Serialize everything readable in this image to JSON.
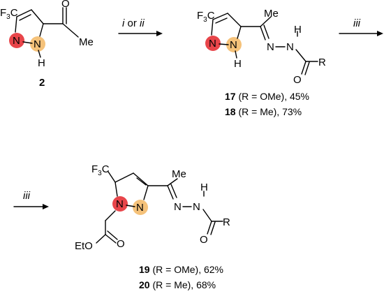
{
  "compound_2": {
    "number": "2",
    "cf3_prefix": "F",
    "cf3_sub": "3",
    "cf3_suffix": "C",
    "n_upper": "N",
    "n_lower": "N",
    "nh_h": "H",
    "carbonyl_o": "O",
    "methyl": "Me"
  },
  "arrow_1": {
    "reagent_a": "i",
    "joiner": " or ",
    "reagent_b": "ii"
  },
  "hydrazone_top": {
    "cf3_prefix": "F",
    "cf3_sub": "3",
    "cf3_suffix": "C",
    "n_upper": "N",
    "n_lower": "N",
    "nh_h": "H",
    "methyl": "Me",
    "imine_n": "N",
    "amide_n": "N",
    "amide_h": "H",
    "carbonyl_o": "O",
    "r_group": "R"
  },
  "products_top": [
    {
      "number": "17",
      "detail": " (R = OMe), 45%"
    },
    {
      "number": "18",
      "detail": " (R = Me), 73%"
    }
  ],
  "arrow_2": {
    "reagent": "iii"
  },
  "arrow_3": {
    "reagent": "iii"
  },
  "alkylated": {
    "cf3_prefix": "F",
    "cf3_sub": "3",
    "cf3_suffix": "C",
    "n1": "N",
    "n2": "N",
    "methyl": "Me",
    "imine_n": "N",
    "amide_n": "N",
    "amide_h": "H",
    "carbonyl_o": "O",
    "r_group": "R",
    "ester_o": "O",
    "ethoxy": "EtO"
  },
  "products_bottom": [
    {
      "number": "19",
      "detail": " (R = OMe), 62%"
    },
    {
      "number": "20",
      "detail": " (R = Me), 68%"
    }
  ],
  "highlight_colors": {
    "n_alkyl": "#e8454a",
    "n_other": "#f5c27a"
  }
}
